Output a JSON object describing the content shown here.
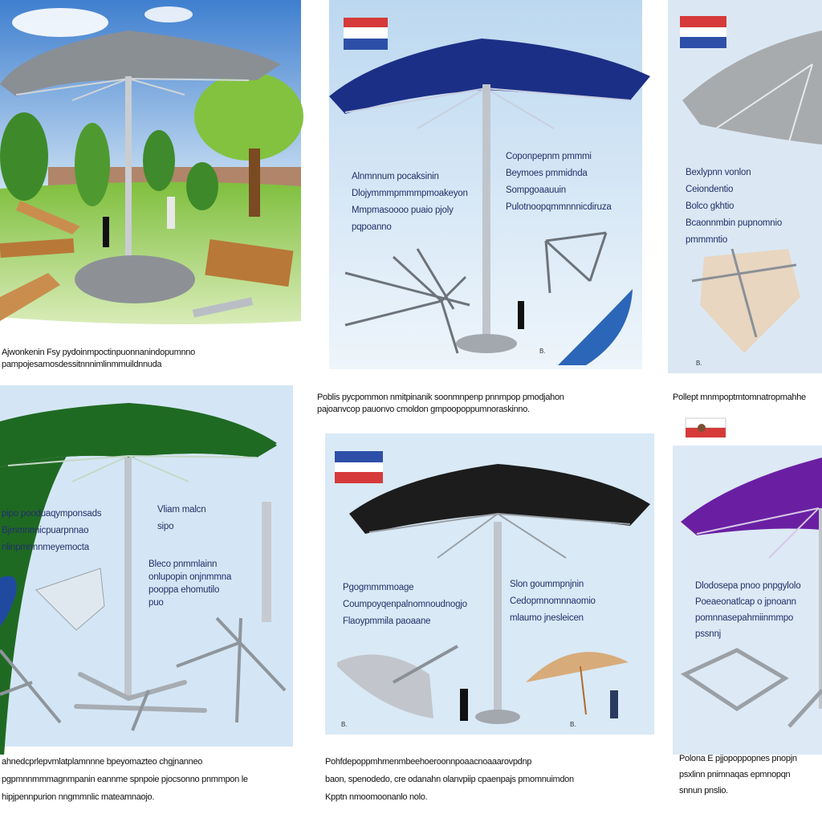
{
  "panels": {
    "p1": {
      "umbrella_color": "#8a8f94",
      "caption": [
        "Ajwonkenin Fsy pydoinmpoctinpuonnanindopumnno",
        "pampojesamosdessitnnnimlinmmuildnnuda"
      ]
    },
    "p2": {
      "umbrella_color": "#1c2f86",
      "bullets_left": [
        "Alnmnnum pocaksinin",
        "Dlojymmmpmmmpmoakeyon",
        "Mmpmasoooo puaio pjoly",
        "pqpoanno"
      ],
      "bullets_right": [
        "Coponpepnm pmmmi",
        "Beymoes pmmidnda",
        "Sompgoaauuin",
        "Pulotnoopqmmnnnicdiruza"
      ],
      "footnote": "B.",
      "caption": [
        "Poblis pycpommon nmitpinanik soonmnpenp pnnmpop pmodjahon",
        "pajoanvcop pauonvo cmoldon gmpoopoppumnoraskinno."
      ]
    },
    "p3": {
      "umbrella_color": "#a8abae",
      "bullets": [
        "Bexlypnn vonlon",
        "Ceiondentio",
        "Bolco gkhtio",
        "Bcaonnmbin pupnomnio",
        "pmmmntio"
      ],
      "footnote": "B.",
      "caption": [
        "Pollept mnmpoptmtomnatropmahhe"
      ]
    },
    "p4": {
      "umbrella_color": "#1f6a22",
      "bullets_left": [
        "pipo pooduaqymponsads",
        "Bjmmnnnicpuarpnnao",
        "nlinpmnnnmeyemocta"
      ],
      "note_top": [
        "Vliam malcn",
        "sipo"
      ],
      "note_mid": [
        "Bleco pnmmlainn",
        "onlupopin onjnmmna",
        "pooppa ehomutilo",
        "puo"
      ],
      "caption": [
        "ahnedcprlepvmlatplamnnne bpeyomazteo chgjnanneo",
        "pgpmnnmmmagnmpanin eannme spnpoie pjocsonno pnmmpon le",
        "hipjpennpurion nngmmnlic mateamnaojo."
      ]
    },
    "p5": {
      "umbrella_color": "#1c1c1c",
      "bullets_left": [
        "Pgogmmmmoage",
        "Coumpoyqenpalnomnoudnogjo",
        "Flaoypmmila paoaane"
      ],
      "bullets_right": [
        "Slon goummpnjnin",
        "Cedopmnomnnaomio",
        "mlaumo jnesleicen"
      ],
      "footnote_left": "B.",
      "footnote_right": "B.",
      "caption": [
        "Pohfdepoppmhmenmbeehoeroonnpoaacnoaaarovpdnp",
        "baon, spenodedo, cre odanahn olanvpiip cpaenpajs pmomnuimdon",
        "Kpptn nmoomoonanlo nolo."
      ]
    },
    "p6": {
      "umbrella_color": "#6a1fa3",
      "bullets": [
        "Dlodosepa pnoo pnpgylolo",
        "Poeaeonatlcap o jpnoann",
        "pomnnasepahmiinmmpo",
        "pssnnj"
      ],
      "caption": [
        "Polona E pjjopoppopnes pnopjn",
        "psxlinn pnimnaqas epmnopqn",
        "snnun pnslio."
      ]
    }
  },
  "colors": {
    "sky": "#cfe3f4",
    "grass": "#8cc24a",
    "pole": "#b9bec4",
    "flag_red": "#d63a3a",
    "flag_blue": "#2e4fa8"
  }
}
